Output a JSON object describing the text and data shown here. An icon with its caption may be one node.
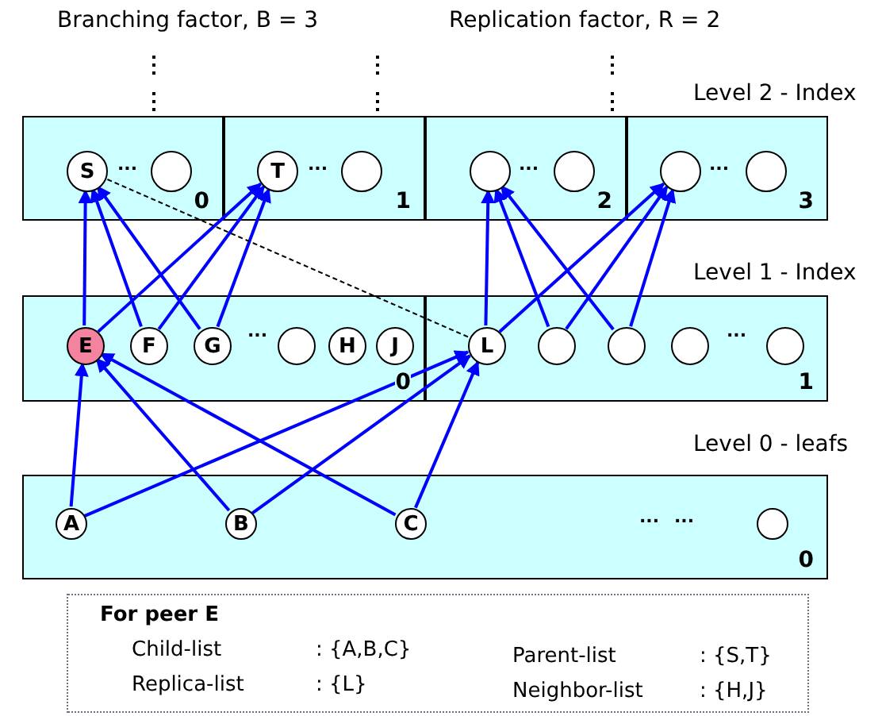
{
  "diagram": {
    "nodes": [
      {
        "text": [
          "0"
        ]
      },
      {
        "text": [
          "S"
        ],
        "in": 0
      },
      {
        "text": [],
        "shape": "circle",
        "in": 0
      },
      {
        "text": [
          "1"
        ]
      },
      {
        "text": [
          "T"
        ],
        "in": 3
      },
      {
        "text": [],
        "shape": "circle",
        "in": 3
      },
      {
        "text": [
          "2"
        ]
      },
      {
        "text": [],
        "shape": "circle",
        "in": 6
      },
      {
        "text": [],
        "shape": "circle",
        "in": 6
      },
      {
        "text": [
          "3"
        ]
      },
      {
        "text": [],
        "shape": "circle",
        "in": 9
      },
      {
        "text": [],
        "shape": "circle",
        "in": 9
      },
      {
        "text": [
          "0"
        ]
      },
      {
        "text": [
          "E"
        ],
        "in": 12
      },
      {
        "text": [
          "F"
        ],
        "in": 12
      },
      {
        "text": [
          "G"
        ],
        "in": 12
      },
      {
        "text": [],
        "shape": "circle",
        "in": 12
      },
      {
        "text": [
          "H"
        ],
        "in": 12
      },
      {
        "text": [
          "J"
        ],
        "in": 12
      },
      {
        "text": [
          "1"
        ]
      },
      {
        "text": [
          "L"
        ],
        "in": 19
      },
      {
        "text": [],
        "shape": "circle",
        "in": 19
      },
      {
        "text": [],
        "shape": "circle",
        "in": 19
      },
      {
        "text": [],
        "shape": "circle",
        "in": 19
      },
      {
        "text": [],
        "shape": "circle",
        "in": 19
      },
      {
        "text": [
          "0"
        ]
      },
      {
        "text": [
          "A"
        ],
        "in": 25
      },
      {
        "text": [
          "B"
        ],
        "in": 25
      },
      {
        "text": [
          "C"
        ],
        "in": 25
      },
      {
        "text": [],
        "shape": "circle",
        "in": 25
      },
      {
        "text": [
          "For peer E",
          "Child-list",
          ": {A,B,C}",
          "Parent-list",
          ": {S,T}",
          "Replica-list",
          ": {L}",
          "Neighbor-list",
          ": {H,J}"
        ]
      }
    ],
    "edges": [
      {
        "from": 13,
        "to": 1,
        "arrow": "to"
      },
      {
        "from": 14,
        "to": 1,
        "arrow": "to"
      },
      {
        "from": 15,
        "to": 1,
        "arrow": "to"
      },
      {
        "from": 13,
        "to": 4,
        "arrow": "to"
      },
      {
        "from": 14,
        "to": 4,
        "arrow": "to"
      },
      {
        "from": 15,
        "to": 4,
        "arrow": "to"
      },
      {
        "from": 20,
        "to": 1,
        "arrow": "none",
        "style": "dashed",
        "color": "#000000"
      },
      {
        "from": 20,
        "to": 7,
        "arrow": "to"
      },
      {
        "from": 21,
        "to": 7,
        "arrow": "to"
      },
      {
        "from": 22,
        "to": 7,
        "arrow": "to"
      },
      {
        "from": 20,
        "to": 10,
        "arrow": "to"
      },
      {
        "from": 21,
        "to": 10,
        "arrow": "to"
      },
      {
        "from": 22,
        "to": 10,
        "arrow": "to"
      },
      {
        "from": 26,
        "to": 13,
        "arrow": "to"
      },
      {
        "from": 27,
        "to": 13,
        "arrow": "to"
      },
      {
        "from": 28,
        "to": 13,
        "arrow": "to"
      },
      {
        "from": 26,
        "to": 20,
        "arrow": "to"
      },
      {
        "from": 27,
        "to": 20,
        "arrow": "to"
      },
      {
        "from": 28,
        "to": 20,
        "arrow": "to"
      }
    ],
    "labels": [
      "Branching factor, B = 3",
      "Replication factor, R = 2",
      "Level 2 - Index",
      "...",
      "...",
      "...",
      "...",
      "Level 1 - Index",
      "...",
      "...",
      "Level 0 - leafs",
      "...",
      "..."
    ]
  }
}
